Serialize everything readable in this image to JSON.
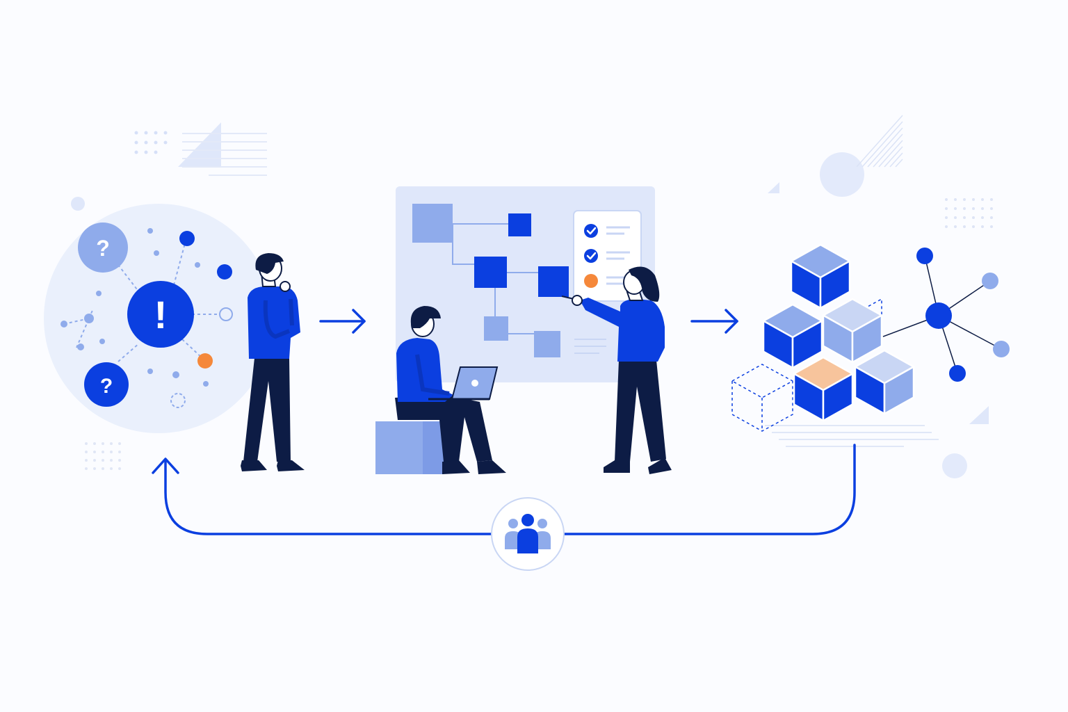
{
  "colors": {
    "primary": "#0b3fe0",
    "light": "#8fabeb",
    "pale": "#e8eefc",
    "panel": "#dfe7fa",
    "navy": "#0d1c45",
    "orange": "#f5883a",
    "peach": "#f7c49c",
    "background": "#fbfcff"
  },
  "icons": {
    "problem": "exclamation-icon",
    "question": "question-mark-icon",
    "check": "checkmark-icon",
    "team": "team-icon",
    "network": "network-node-icon"
  },
  "glyphs": {
    "exclamation": "!",
    "question": "?"
  },
  "checklist": [
    {
      "state": "checked"
    },
    {
      "state": "checked"
    },
    {
      "state": "pending"
    }
  ]
}
